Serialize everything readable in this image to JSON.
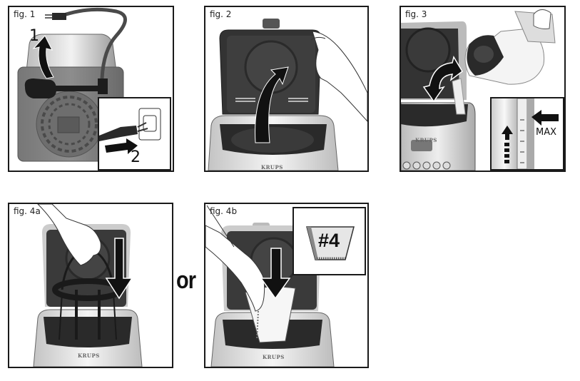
{
  "figures": [
    {
      "id": "fig1",
      "label": "fig. 1",
      "steps": [
        "1",
        "2"
      ],
      "description": "Unwind power cord from back of coffee maker and plug into wall outlet"
    },
    {
      "id": "fig2",
      "label": "fig. 2",
      "description": "Lift and open the top lid"
    },
    {
      "id": "fig3",
      "label": "fig. 3",
      "inset_label": "MAX",
      "description": "Pour water from carafe into reservoir up to MAX line"
    },
    {
      "id": "fig4a",
      "label": "fig. 4a",
      "description": "Insert permanent filter basket"
    },
    {
      "id": "fig4b",
      "label": "fig. 4b",
      "inset_label": "#4",
      "description": "Insert #4 paper filter"
    }
  ],
  "connector": {
    "or_label": "or"
  },
  "brand": {
    "name": "KRUPS"
  },
  "colors": {
    "frame": "#1a1a1a",
    "appliance_dark": "#3a3a3a",
    "appliance_light": "#d8d8d8",
    "arrow": "#111111"
  }
}
